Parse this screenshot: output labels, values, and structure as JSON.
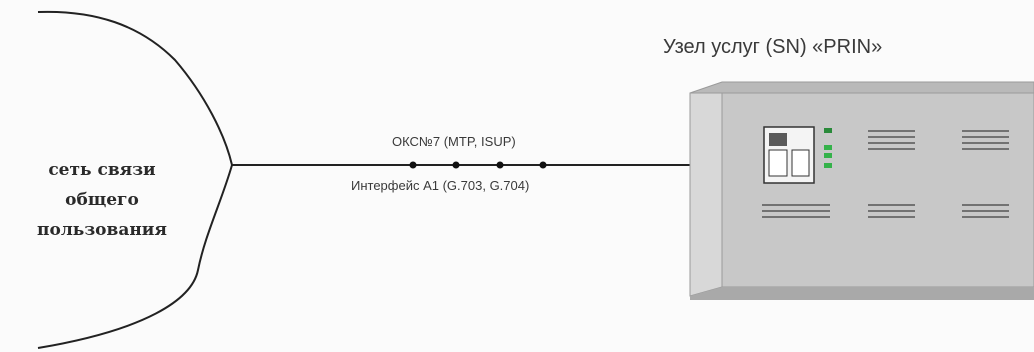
{
  "network": {
    "label_lines": [
      "сеть связи",
      "общего",
      "пользования"
    ]
  },
  "link": {
    "protocol": "ОКС№7 (MTP, ISUP)",
    "interface": "Интерфейс А1 (G.703, G.704)"
  },
  "service_node": {
    "title": "Узел услуг (SN) «PRIN»"
  }
}
